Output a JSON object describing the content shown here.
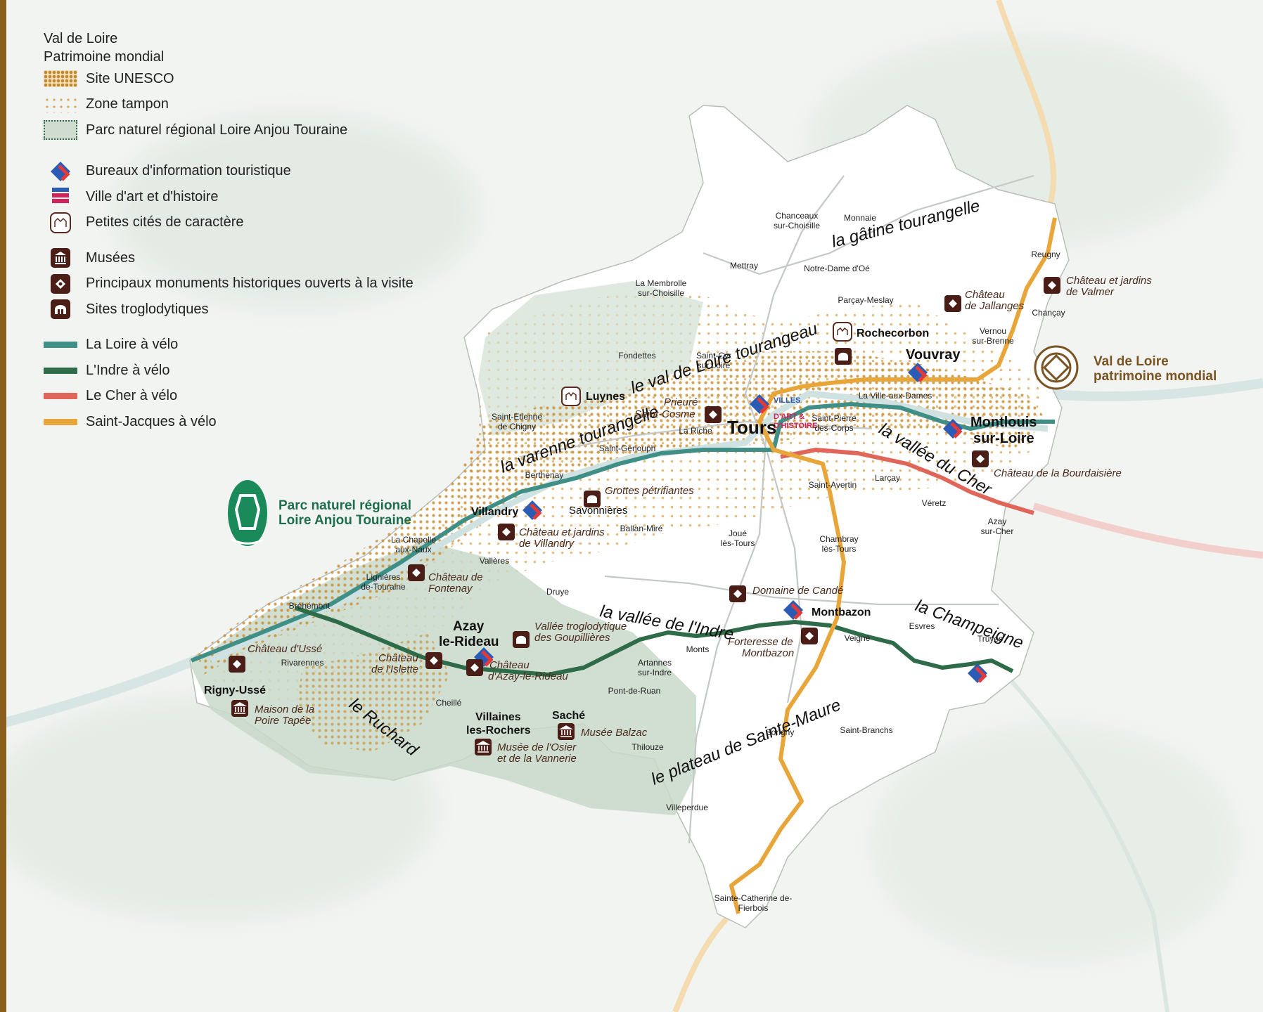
{
  "legend": {
    "title_line1": "Val de Loire",
    "title_line2": "Patrimoine mondial",
    "unesco": "Site UNESCO",
    "tampon": "Zone tampon",
    "parc": "Parc naturel régional Loire Anjou Touraine",
    "bureaux": "Bureaux d'information touristique",
    "ville_art": "Ville d'art et d'histoire",
    "petites_cites": "Petites cités de caractère",
    "musees": "Musées",
    "monuments": "Principaux monuments historiques ouverts à la visite",
    "troglo": "Sites troglodytiques",
    "loire_velo": "La Loire à vélo",
    "indre_velo": "L'Indre à vélo",
    "cher_velo": "Le Cher à vélo",
    "stjacques_velo": "Saint-Jacques à vélo"
  },
  "colors": {
    "loire": "#3f8f86",
    "indre": "#2d6b49",
    "cher": "#e0665a",
    "stjacques": "#e8a63a",
    "unesco": "#c48a2a",
    "parc": "#cfdccf",
    "brown": "#4a1d16"
  },
  "regions": {
    "gatine": "la gâtine tourangelle",
    "val_loire": "le val de Loire tourangeau",
    "varenne": "la varenne tourangelle",
    "vallee_cher": "la vallée du Cher",
    "vallee_indre": "la vallée de l'Indre",
    "champeigne": "la Champeigne",
    "ruchard": "le Ruchard",
    "plateau": "le plateau de Sainte-Maure"
  },
  "logos": {
    "parc_line1": "Parc naturel régional",
    "parc_line2": "Loire Anjou Touraine",
    "vdl_line1": "Val de Loire",
    "vdl_line2": "patrimoine mondial"
  },
  "places": {
    "tours": "Tours",
    "vouvray": "Vouvray",
    "montlouis1": "Montlouis",
    "montlouis2": "sur-Loire",
    "luynes": "Luynes",
    "rochecorbon": "Rochecorbon",
    "villandry": "Villandry",
    "savonnieres": "Savonnières",
    "azay1": "Azay",
    "azay2": "le-Rideau",
    "montbazon": "Montbazon",
    "rigny": "Rigny-Ussé",
    "villaines1": "Villaines",
    "villaines2": "les-Rochers",
    "sache": "Saché",
    "chanceaux1": "Chanceaux",
    "chanceaux2": "sur-Choisille",
    "monnaie": "Monnaie",
    "mettray": "Mettray",
    "notre_dame": "Notre-Dame d'Oé",
    "membrolle1": "La Membrolle",
    "membrolle2": "sur-Choisille",
    "parcay": "Parçay-Meslay",
    "reugny": "Reugny",
    "chancay": "Chançay",
    "vernou1": "Vernou",
    "vernou2": "sur-Brenne",
    "fondettes": "Fondettes",
    "saint_cyr1": "Saint-Cyr",
    "saint_cyr2": "sur Loire",
    "ville_aux_dames": "La Ville-aux-Dames",
    "st_etienne1": "Saint-Etienne",
    "st_etienne2": "de Chigny",
    "la_riche": "La Riche",
    "st_pierre1": "Saint-Pierre",
    "st_pierre2": "des-Corps",
    "st_genouph": "Saint-Genouph",
    "berthenay": "Berthenay",
    "st_avertin": "Saint-Avertin",
    "larcay": "Larçay",
    "veretz": "Véretz",
    "azay_cher1": "Azay",
    "azay_cher2": "sur-Cher",
    "chapelle1": "La Chapelle",
    "chapelle2": "aux-Naux",
    "ballan": "Ballan-Miré",
    "joue1": "Joué",
    "joue2": "lès-Tours",
    "chambray1": "Chambray",
    "chambray2": "lès-Tours",
    "vallees": "Vallères",
    "lignieres1": "Lignières",
    "lignieres2": "de-Touraine",
    "druye": "Druye",
    "brehemont": "Bréhémont",
    "esvres": "Esvres",
    "truyes": "Truyes",
    "veigne": "Veigné",
    "monts": "Monts",
    "artannes1": "Artannes",
    "artannes2": "sur-Indre",
    "rivarennes": "Rivarennes",
    "pont_ruan": "Pont-de-Ruan",
    "cheille": "Cheillé",
    "sorigny": "Sorigny",
    "st_branchs": "Saint-Branchs",
    "thilouze": "Thilouze",
    "villeperdue": "Villeperdue",
    "ste_catherine1": "Sainte-Catherine de-",
    "ste_catherine2": "Fierbois"
  },
  "sites": {
    "valmer1": "Château et jardins",
    "valmer2": "de Valmer",
    "jallanges1": "Château",
    "jallanges2": "de Jallanges",
    "prieure1": "Prieuré",
    "prieure2": "Saint-Cosme",
    "bourdaisiere": "Château de la Bourdaisière",
    "grottes": "Grottes pétrifiantes",
    "villandry1": "Château et jardins",
    "villandry2": "de Villandry",
    "fontenay1": "Château de",
    "fontenay2": "Fontenay",
    "cande": "Domaine de Candé",
    "ousse": "Château d'Ussé",
    "islette1": "Château",
    "islette2": "de l'Islette",
    "azay_ch1": "Château",
    "azay_ch2": "d'Azay-le-Rideau",
    "goupillieres1": "Vallée troglodytique",
    "goupillieres2": "des Goupillières",
    "forteresse1": "Forteresse de",
    "forteresse2": "Montbazon",
    "poire1": "Maison de la",
    "poire2": "Poire Tapée",
    "balzac": "Musée Balzac",
    "osier1": "Musée de l'Osier",
    "osier2": "et de la Vannerie"
  },
  "vah_badge": [
    "VILLES",
    "D'ART &",
    "D'HISTOIRE"
  ]
}
